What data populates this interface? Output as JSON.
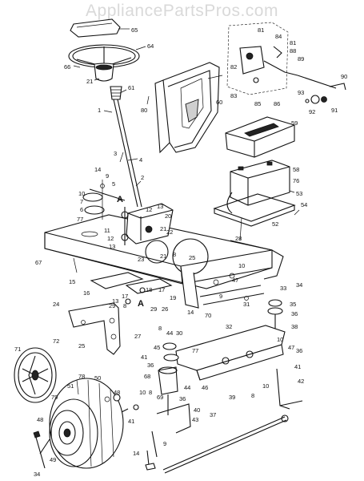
{
  "watermark": "AppliancePartsPros.com",
  "callouts": [
    {
      "label": "65"
    },
    {
      "label": "64"
    },
    {
      "label": "66"
    },
    {
      "label": "21"
    },
    {
      "label": "61"
    },
    {
      "label": "1"
    },
    {
      "label": "80"
    },
    {
      "label": "60"
    },
    {
      "label": "3"
    },
    {
      "label": "4"
    },
    {
      "label": "2"
    },
    {
      "label": "14"
    },
    {
      "label": "9"
    },
    {
      "label": "5"
    },
    {
      "label": "10"
    },
    {
      "label": "A"
    },
    {
      "label": "7"
    },
    {
      "label": "6"
    },
    {
      "label": "77"
    },
    {
      "label": "12"
    },
    {
      "label": "13"
    },
    {
      "label": "20"
    },
    {
      "label": "11"
    },
    {
      "label": "12"
    },
    {
      "label": "13"
    },
    {
      "label": "21"
    },
    {
      "label": "22"
    },
    {
      "label": "67"
    },
    {
      "label": "23"
    },
    {
      "label": "21"
    },
    {
      "label": "8"
    },
    {
      "label": "25"
    },
    {
      "label": "15"
    },
    {
      "label": "16"
    },
    {
      "label": "18"
    },
    {
      "label": "17"
    },
    {
      "label": "13"
    },
    {
      "label": "17"
    },
    {
      "label": "19"
    },
    {
      "label": "29"
    },
    {
      "label": "8"
    },
    {
      "label": "A"
    },
    {
      "label": "29"
    },
    {
      "label": "26"
    },
    {
      "label": "24"
    },
    {
      "label": "27"
    },
    {
      "label": "25"
    },
    {
      "label": "14"
    },
    {
      "label": "70"
    },
    {
      "label": "81"
    },
    {
      "label": "84"
    },
    {
      "label": "81"
    },
    {
      "label": "88"
    },
    {
      "label": "89"
    },
    {
      "label": "82"
    },
    {
      "label": "83"
    },
    {
      "label": "85"
    },
    {
      "label": "86"
    },
    {
      "label": "90"
    },
    {
      "label": "93"
    },
    {
      "label": "91"
    },
    {
      "label": "92"
    },
    {
      "label": "59"
    },
    {
      "label": "58"
    },
    {
      "label": "76"
    },
    {
      "label": "53"
    },
    {
      "label": "54"
    },
    {
      "label": "52"
    },
    {
      "label": "28"
    },
    {
      "label": "10"
    },
    {
      "label": "47"
    },
    {
      "label": "9"
    },
    {
      "label": "31"
    },
    {
      "label": "33"
    },
    {
      "label": "34"
    },
    {
      "label": "35"
    },
    {
      "label": "36"
    },
    {
      "label": "38"
    },
    {
      "label": "32"
    },
    {
      "label": "8"
    },
    {
      "label": "44"
    },
    {
      "label": "30"
    },
    {
      "label": "45"
    },
    {
      "label": "41"
    },
    {
      "label": "77"
    },
    {
      "label": "36"
    },
    {
      "label": "46"
    },
    {
      "label": "68"
    },
    {
      "label": "69"
    },
    {
      "label": "36"
    },
    {
      "label": "44"
    },
    {
      "label": "10"
    },
    {
      "label": "47"
    },
    {
      "label": "36"
    },
    {
      "label": "41"
    },
    {
      "label": "42"
    },
    {
      "label": "39"
    },
    {
      "label": "10"
    },
    {
      "label": "8"
    },
    {
      "label": "71"
    },
    {
      "label": "72"
    },
    {
      "label": "78"
    },
    {
      "label": "50"
    },
    {
      "label": "51"
    },
    {
      "label": "79"
    },
    {
      "label": "48"
    },
    {
      "label": "41"
    },
    {
      "label": "10"
    },
    {
      "label": "8"
    },
    {
      "label": "40"
    },
    {
      "label": "43"
    },
    {
      "label": "37"
    },
    {
      "label": "48"
    },
    {
      "label": "49"
    },
    {
      "label": "34"
    },
    {
      "label": "9"
    },
    {
      "label": "14"
    }
  ]
}
